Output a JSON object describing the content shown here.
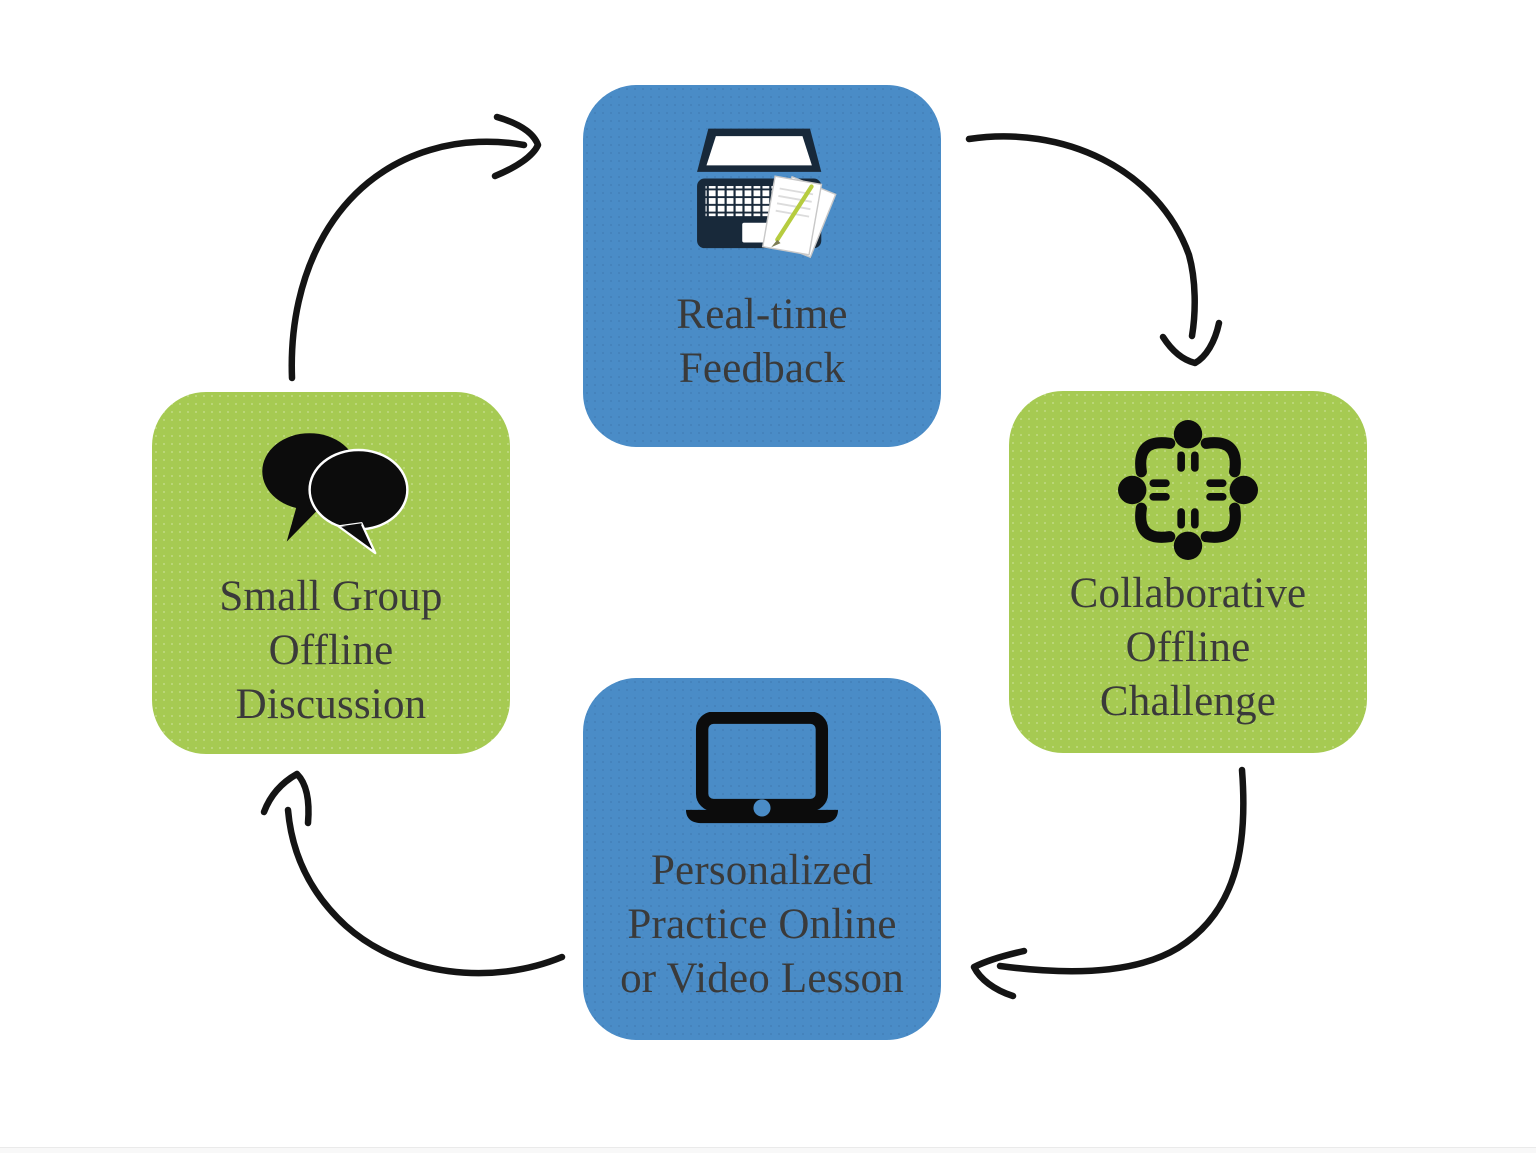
{
  "colors": {
    "blue_node": "#4a8cc7",
    "green_node": "#a6ca52",
    "arrow": "#141414",
    "label_text": "#3a3a3a",
    "icon_black": "#0c0c0c",
    "laptop_navy": "#18293a",
    "background": "#ffffff"
  },
  "nodes": [
    {
      "id": "real-time-feedback",
      "position": "top",
      "color_role": "blue",
      "icon": "laptop-notepad-icon",
      "label": "Real-time\nFeedback"
    },
    {
      "id": "collaborative-offline-challenge",
      "position": "right",
      "color_role": "green",
      "icon": "group-around-table-icon",
      "label": "Collaborative\nOffline\nChallenge"
    },
    {
      "id": "personalized-practice-online",
      "position": "bottom",
      "color_role": "blue",
      "icon": "laptop-icon",
      "label": "Personalized\nPractice Online\nor Video Lesson"
    },
    {
      "id": "small-group-offline-discussion",
      "position": "left",
      "color_role": "green",
      "icon": "speech-bubbles-icon",
      "label": "Small Group\nOffline\nDiscussion"
    }
  ],
  "flow": {
    "type": "cycle",
    "direction": "clockwise",
    "edges": [
      {
        "from": "small-group-offline-discussion",
        "to": "real-time-feedback"
      },
      {
        "from": "real-time-feedback",
        "to": "collaborative-offline-challenge"
      },
      {
        "from": "collaborative-offline-challenge",
        "to": "personalized-practice-online"
      },
      {
        "from": "personalized-practice-online",
        "to": "small-group-offline-discussion"
      }
    ]
  }
}
